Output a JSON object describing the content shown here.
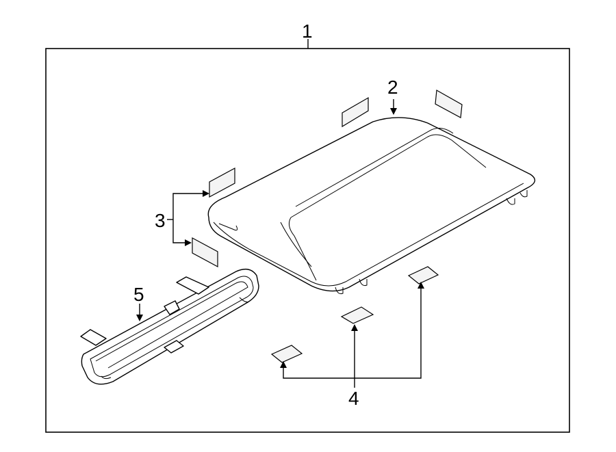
{
  "callouts": {
    "c1": "1",
    "c2": "2",
    "c3": "3",
    "c4": "4",
    "c5": "5"
  },
  "parts": [
    {
      "callout": "1",
      "name": "outer-frame-assembly"
    },
    {
      "callout": "2",
      "name": "high-mount-stop-lamp-housing"
    },
    {
      "callout": "3",
      "name": "side-gaskets"
    },
    {
      "callout": "4",
      "name": "bottom-gaskets"
    },
    {
      "callout": "5",
      "name": "lamp-bulb-bar"
    }
  ],
  "colors": {
    "line": "#000000",
    "background": "#ffffff"
  }
}
